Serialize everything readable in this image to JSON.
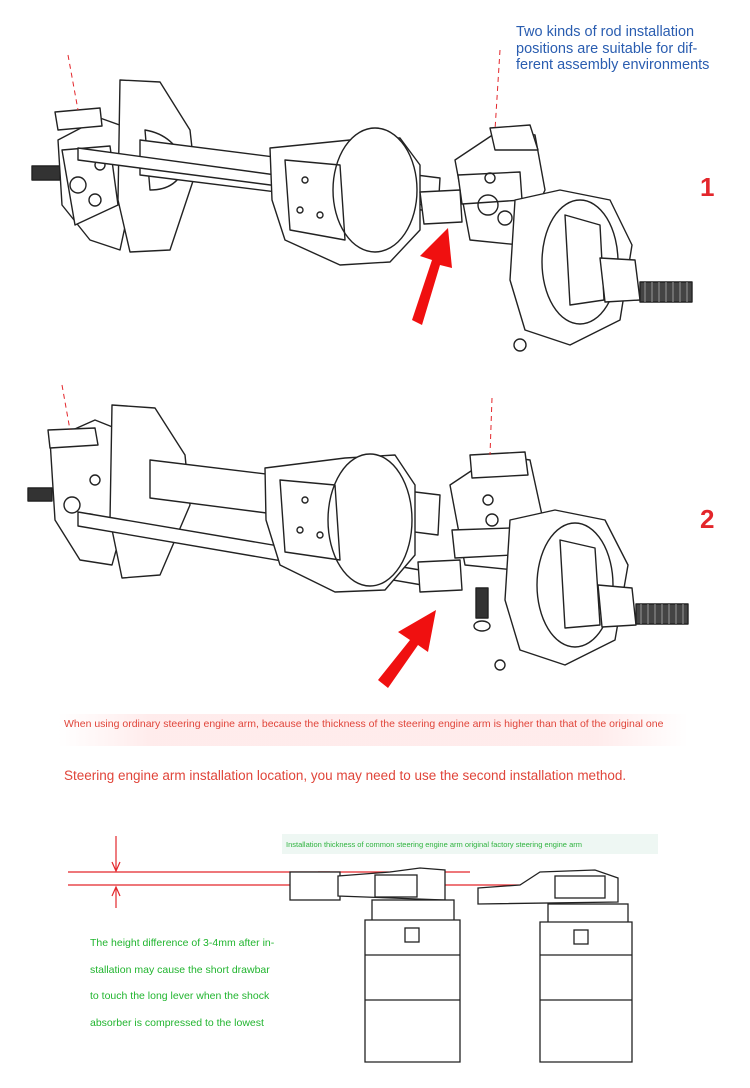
{
  "header_note": {
    "text": "Two kinds of rod installation\npositions are suitable for dif-\nferent assembly environments"
  },
  "steps": [
    {
      "number": "1"
    },
    {
      "number": "2"
    }
  ],
  "notes": {
    "warning_1": "When using ordinary steering engine arm, because the thickness of the steering engine arm is higher than that of the original one",
    "warning_2": "Steering engine arm installation location, you may need to use the second installation method."
  },
  "diagram": {
    "caption": "Installation thickness of common steering engine arm original factory steering engine arm",
    "height_note": "The height difference of 3-4mm after in-\nstallation may cause the short drawbar\nto touch the long lever when the shock\nabsorber is compressed to the lowest"
  },
  "colors": {
    "blue_text": "#2a5db0",
    "red_accent": "#e3262b",
    "green_text": "#21b52f"
  }
}
